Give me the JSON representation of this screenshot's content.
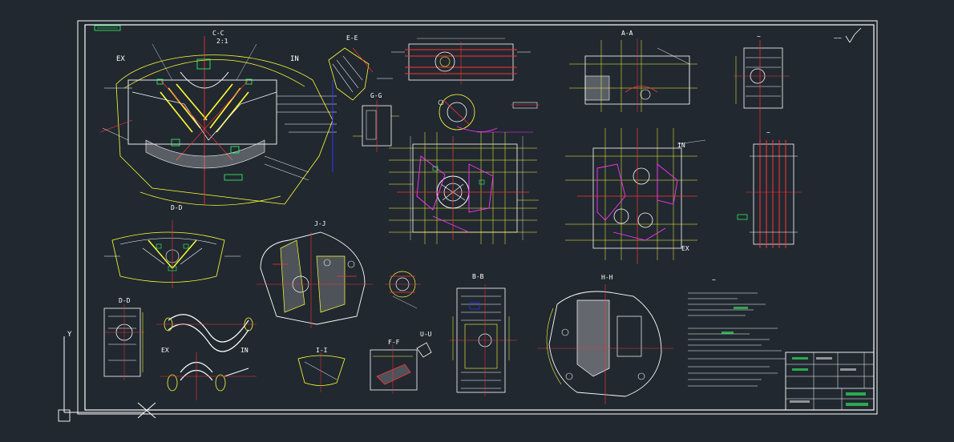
{
  "colors": {
    "background": "#212830",
    "frame": "#ffffff",
    "outline": "#ffff33",
    "center": "#ff3333",
    "hatch": "#ffffff",
    "dim": "#33ff66",
    "magenta": "#ff33ff",
    "blue": "#3333ff",
    "cyan": "#33ffff"
  },
  "drawing": {
    "views": {
      "c_c": {
        "title": "C-C",
        "scale": "2:1",
        "left_label": "EX",
        "right_label": "IN"
      },
      "e_e": {
        "title": "E-E"
      },
      "g_g": {
        "title": "G-G"
      },
      "d_d_top": {
        "title": "D-D"
      },
      "j_j": {
        "title": "J-J"
      },
      "d_d": {
        "title": "D-D"
      },
      "b_b": {
        "title": "B-B"
      },
      "h_h": {
        "title": "H-H"
      },
      "a_a": {
        "title": "A-A"
      },
      "i_i": {
        "title": "I-I"
      },
      "f_f": {
        "title": "F-F"
      },
      "u_u": {
        "title": "U-U"
      },
      "ex_mark": "EX",
      "in_mark": "IN"
    },
    "ucs_y": "Y",
    "ucs_x": "X"
  }
}
